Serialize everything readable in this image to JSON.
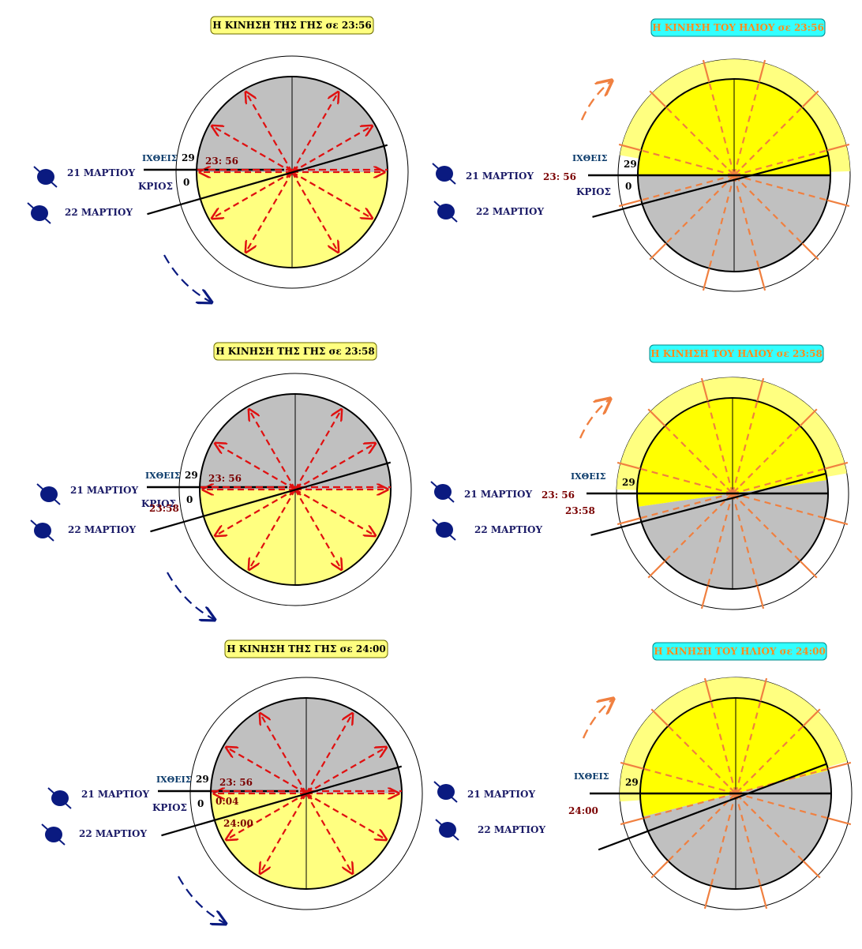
{
  "colors": {
    "earth_title_bg": "#ffff80",
    "sun_title_bg": "#33ffff",
    "sun_title_text": "#ff8c1a",
    "day_fill": "#ffff80",
    "sun_day_fill": "#ffff00",
    "night_fill": "#c0c0c0",
    "earth_ray": "#e01010",
    "sun_ray": "#f08040",
    "earth_icon": "#0a1a80",
    "navy_text": "#1a1a66",
    "time_text": "#7a0000"
  },
  "rows": [
    {
      "earth_title": "Η ΚΙΝΗΣΗ ΤΗΣ ΓΗΣ σε 23:56",
      "sun_title": "Η ΚΙΝΗΣΗ ΤΟΥ ΗΛΙΟΥ σε 23:56",
      "left": {
        "date1": "21 ΜΑΡΤΙΟΥ",
        "date2": "22 ΜΑΡΤΙΟΥ",
        "pisces": "ΙΧΘΕΙΣ",
        "pisces_deg": "29",
        "aries": "ΚΡΙΟΣ",
        "aries_deg": "0",
        "time_a": "23: 56",
        "time_b": "",
        "time_c": "",
        "time_d": ""
      },
      "right": {
        "date1": "21 ΜΑΡΤΙΟΥ",
        "date2": "22 ΜΑΡΤΙΟΥ",
        "pisces": "ΙΧΘΕΙΣ",
        "pisces_deg": "29",
        "aries": "ΚΡΙΟΣ",
        "aries_deg": "0",
        "time_a": "23: 56",
        "time_b": ""
      }
    },
    {
      "earth_title": "Η ΚΙΝΗΣΗ ΤΗΣ ΓΗΣ σε 23:58",
      "sun_title": "Η ΚΙΝΗΣΗ ΤΟΥ ΗΛΙΟΥ σε 23:58",
      "left": {
        "date1": "21 ΜΑΡΤΙΟΥ",
        "date2": "22 ΜΑΡΤΙΟΥ",
        "pisces": "ΙΧΘΕΙΣ",
        "pisces_deg": "29",
        "aries": "ΚΡΙΟΣ",
        "aries_deg": "0",
        "time_a": "23: 56",
        "time_b": "23:58",
        "time_c": "",
        "time_d": ""
      },
      "right": {
        "date1": "21 ΜΑΡΤΙΟΥ",
        "date2": "22 ΜΑΡΤΙΟΥ",
        "pisces": "ΙΧΘΕΙΣ",
        "pisces_deg": "29",
        "aries": "",
        "aries_deg": "",
        "time_a": "23: 56",
        "time_b": "23:58"
      }
    },
    {
      "earth_title": "Η ΚΙΝΗΣΗ ΤΗΣ ΓΗΣ σε 24:00",
      "sun_title": "Η ΚΙΝΗΣΗ ΤΟΥ ΗΛΙΟΥ σε 24:00",
      "left": {
        "date1": "21 ΜΑΡΤΙΟΥ",
        "date2": "22 ΜΑΡΤΙΟΥ",
        "pisces": "ΙΧΘΕΙΣ",
        "pisces_deg": "29",
        "aries": "ΚΡΙΟΣ",
        "aries_deg": "0",
        "time_a": "23: 56",
        "time_b": "",
        "time_c": "0:04",
        "time_d": "24:00"
      },
      "right": {
        "date1": "21 ΜΑΡΤΙΟΥ",
        "date2": "22 ΜΑΡΤΙΟΥ",
        "pisces": "ΙΧΘΕΙΣ",
        "pisces_deg": "29",
        "aries": "",
        "aries_deg": "",
        "time_a": "",
        "time_b": "24:00"
      }
    }
  ]
}
